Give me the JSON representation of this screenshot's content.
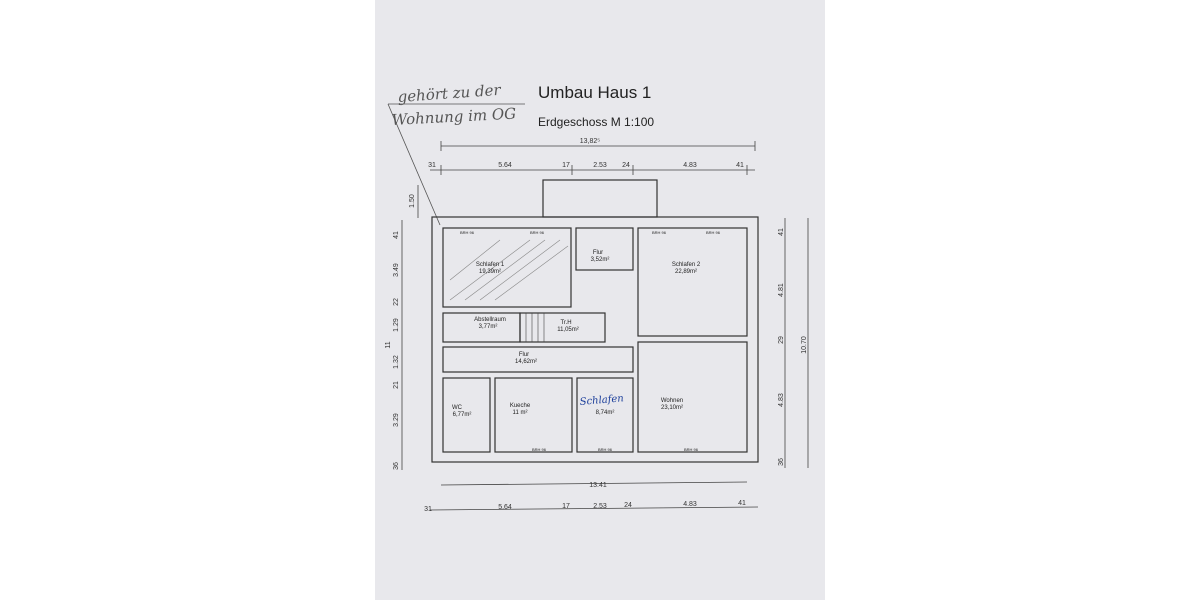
{
  "title": "Umbau Haus 1",
  "subtitle": "Erdgeschoss M 1:100",
  "handwritten_note": [
    "gehört zu der",
    "Wohnung im OG"
  ],
  "handwritten_room_label": "Schlafen",
  "rooms": [
    {
      "name": "Schlafen 1",
      "area": "19,39m²"
    },
    {
      "name": "Flur",
      "area": "3,52m²"
    },
    {
      "name": "Schlafen 2",
      "area": "22,89m²"
    },
    {
      "name": "Abstellraum",
      "area": "3,77m²"
    },
    {
      "name": "Tr.H",
      "area": "11,05m²"
    },
    {
      "name": "Flur",
      "area": "14,62m²"
    },
    {
      "name": "WC",
      "area": "6,77m²"
    },
    {
      "name": "Kueche",
      "area": "11 m²"
    },
    {
      "name": "",
      "area": "8,74m²"
    },
    {
      "name": "Wohnen",
      "area": "23,10m²"
    }
  ],
  "dimensions": {
    "top_total": "13,82⁵",
    "top_segments": [
      "31",
      "5.64",
      "17",
      "2.53",
      "24",
      "4.83",
      "41"
    ],
    "bottom_total": "13.41",
    "bottom_segments": [
      "31",
      "5.64",
      "17",
      "2.53",
      "24",
      "4.83",
      "41"
    ],
    "left_segments": [
      "1.50",
      "41",
      "3.49",
      "22",
      "1.29",
      "11",
      "1.32",
      "21",
      "3.29",
      "36"
    ],
    "right_segments": [
      "41",
      "4.81",
      "29",
      "4.83",
      "36"
    ],
    "right_total": "10.70"
  },
  "window_label": "BRH 96"
}
